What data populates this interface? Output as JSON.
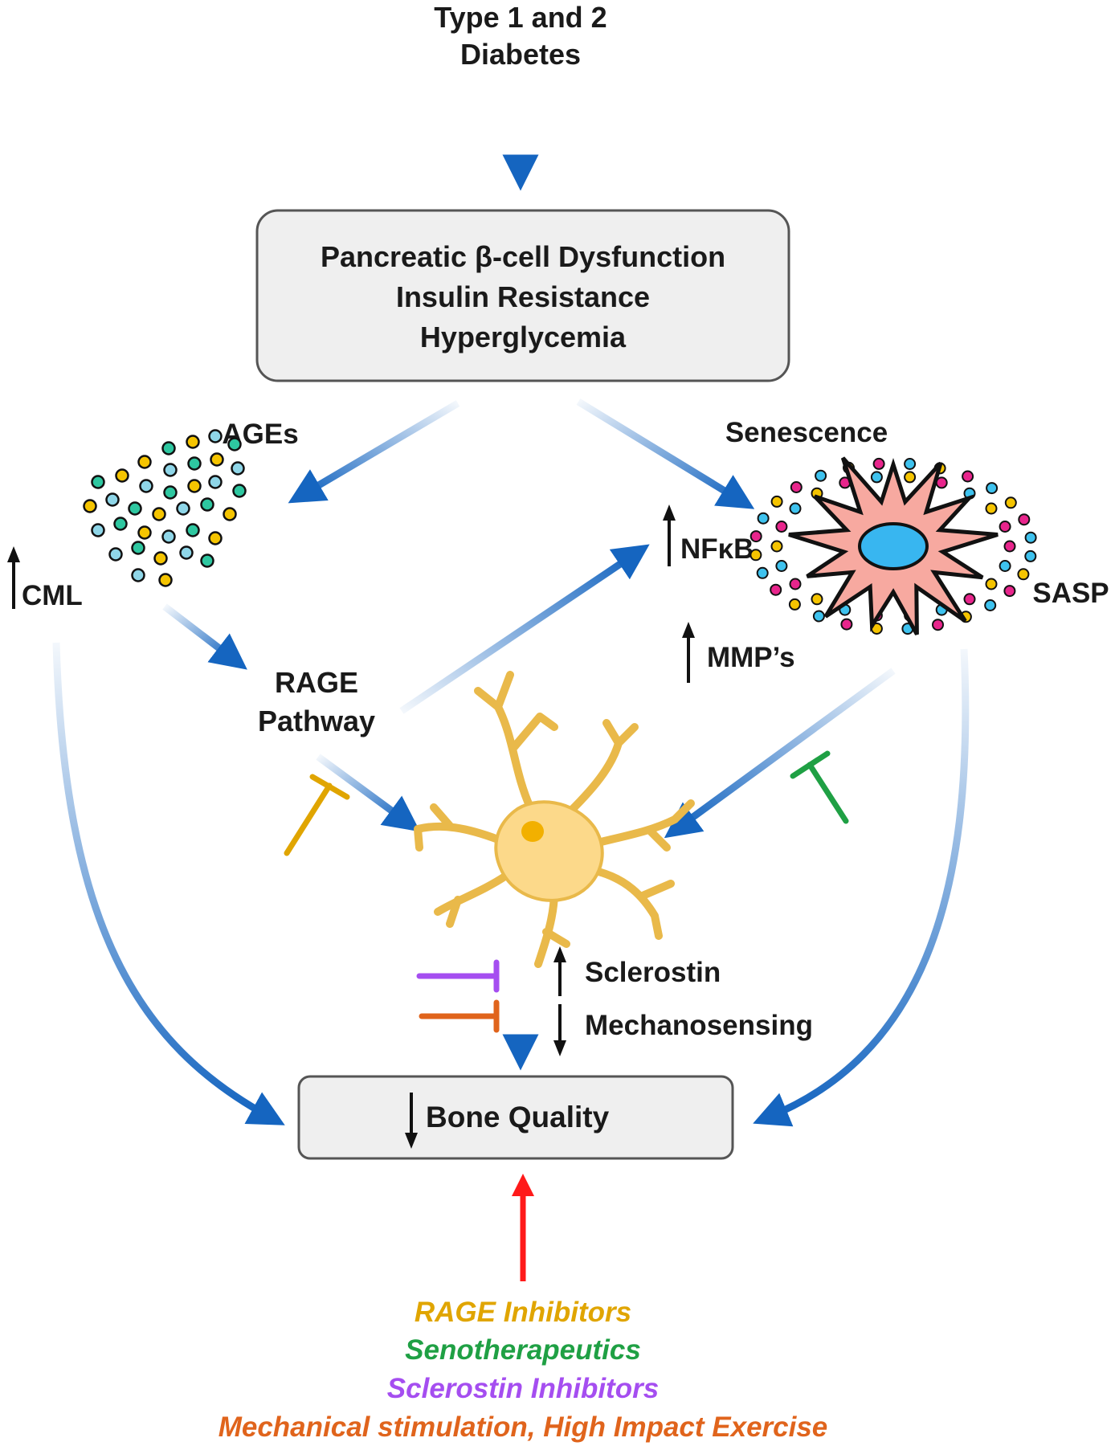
{
  "top": {
    "line1": "Type 1 and 2",
    "line2": "Diabetes"
  },
  "box": {
    "line1": "Pancreatic β-cell Dysfunction",
    "line2": "Insulin Resistance",
    "line3": "Hyperglycemia"
  },
  "labels": {
    "ages": "AGEs",
    "senescence": "Senescence",
    "cml": "CML",
    "nfkb": "NFκB",
    "sasp": "SASP",
    "mmps": "MMP’s",
    "rage_line1": "RAGE",
    "rage_line2": "Pathway",
    "sclerostin": "Sclerostin",
    "mechanosensing": "Mechanosensing",
    "bone_quality": "Bone Quality"
  },
  "therapies": [
    {
      "label": "RAGE Inhibitors",
      "color": "#e0a500"
    },
    {
      "label": "Senotherapeutics",
      "color": "#1fa044"
    },
    {
      "label": "Sclerostin Inhibitors",
      "color": "#a54ef0"
    },
    {
      "label": "Mechanical stimulation, High Impact Exercise",
      "color": "#e0641c"
    }
  ],
  "colors": {
    "arrow_blue": "#1565c0",
    "therapy_arrow": "#ff1a1a",
    "box_fill": "#efefef",
    "box_stroke": "#555555",
    "osteocyte": "#fcd98a",
    "osteocyte_nucleus": "#f2b000",
    "senescent_cell": "#f7a9a0",
    "senescent_nucleus": "#38b6f0",
    "age_particle_green": "#2ec7a0",
    "age_particle_yellow": "#f5c400",
    "age_particle_blue": "#8fd6e8",
    "sasp_magenta": "#e8258c",
    "sasp_cyan": "#3ec2ee",
    "sasp_yellow": "#f5c400"
  },
  "icons": {
    "ages_cluster": "particle-cluster-icon",
    "senescent_cell": "senescent-cell-icon",
    "osteocyte": "osteocyte-icon"
  }
}
